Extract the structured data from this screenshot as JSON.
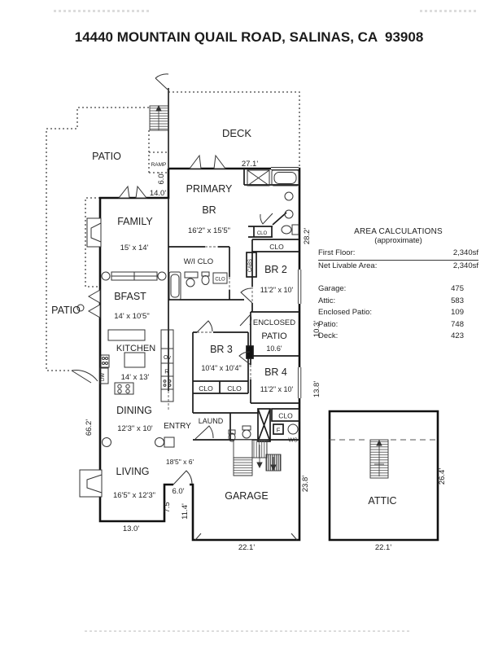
{
  "title": "14440 MOUNTAIN QUAIL ROAD, SALINAS, CA  93908",
  "area_calculations": {
    "title": "AREA CALCULATIONS",
    "subtitle": "(approximate)",
    "first_floor_label": "First  Floor:",
    "first_floor_value": "2,340sf",
    "net_livable_label": "Net Livable Area:",
    "net_livable_value": "2,340sf",
    "items": [
      {
        "label": "Garage:",
        "value": "475"
      },
      {
        "label": "Attic:",
        "value": "583"
      },
      {
        "label": "Enclosed Patio:",
        "value": "109"
      },
      {
        "label": "Patio:",
        "value": "748"
      },
      {
        "label": "Deck:",
        "value": "423"
      }
    ]
  },
  "rooms": {
    "deck": "DECK",
    "patio_upper": "PATIO",
    "ramp": "RAMP",
    "primary_line1": "PRIMARY",
    "primary_line2": "BR",
    "primary_dims": "16'2\" x 15'5\"",
    "family": "FAMILY",
    "family_dims": "15' x 14'",
    "wi_clo": "W/I CLO",
    "clo_bath_small": "CLO",
    "clo_primary_small": "CLO",
    "clo_hall": "CLO",
    "cabs": "CABS",
    "br2": "BR 2",
    "br2_dims": "11'2\" x 10'",
    "bfast": "BFAST",
    "bfast_dims": "14' x 10'5\"",
    "patio_left": "PATIO",
    "kitchen": "KITCHEN",
    "kitchen_dims": "14' x 13'",
    "oven": "Ov",
    "range": "R",
    "dishwasher": "DW",
    "br3": "BR 3",
    "br3_dims": "10'4\" x 10'4\"",
    "clo_br3_left": "CLO",
    "clo_br3_right": "CLO",
    "enclosed_line1": "ENCLOSED",
    "enclosed_line2": "PATIO",
    "enclosed_dims": "10.6'",
    "br4": "BR 4",
    "br4_dims": "11'2\" x 10'",
    "dining": "DINING",
    "dining_dims": "12'3\" x 10'",
    "entry": "ENTRY",
    "laund": "LAUND",
    "living": "LIVING",
    "living_dims": "16'5\" x 12'3\"",
    "hall_dims": "18'5\" x 6'",
    "garage": "GARAGE",
    "clo_garage": "CLO",
    "furnace": "F",
    "water_softener": "WS",
    "attic": "ATTIC"
  },
  "dimensions": {
    "deck_width": "27.1'",
    "right_upper": "28.2'",
    "ramp_height": "6.0'",
    "family_top": "14.0'",
    "enclosed_right": "10.3'",
    "br4_right": "13.8'",
    "left_height": "66.2'",
    "garage_right": "23.8'",
    "garage_width": "22.1'",
    "living_bottom": "13.0'",
    "step_width": "6.0'",
    "step_left": "7.5'",
    "step_right": "11.4'",
    "attic_width": "22.1'",
    "attic_right": "26.4'"
  },
  "colors": {
    "ink": "#1b1b1b",
    "wall": "#111111",
    "paper": "#ffffff"
  }
}
